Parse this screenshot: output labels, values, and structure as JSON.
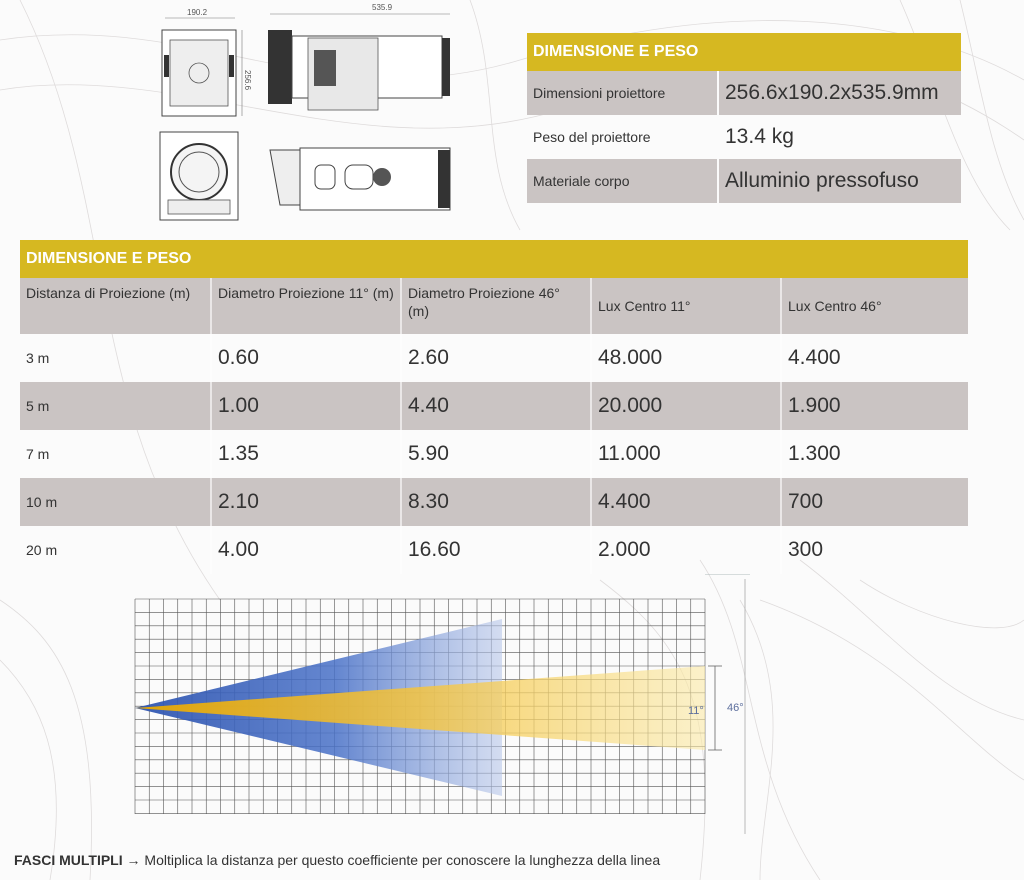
{
  "drawings": {
    "dim_width": "190.2",
    "dim_height": "256.6",
    "dim_length": "535.9"
  },
  "spec_table": {
    "title": "DIMENSIONE E PESO",
    "rows": [
      {
        "label": "Dimensioni proiettore",
        "value": "256.6x190.2x535.9mm"
      },
      {
        "label": "Peso del proiettore",
        "value": "13.4 kg"
      },
      {
        "label": "Materiale corpo",
        "value": "Alluminio pressofuso"
      }
    ]
  },
  "projection_table": {
    "title": "DIMENSIONE E PESO",
    "headers": [
      "Distanza di Proiezione (m)",
      "Diametro Proiezione 11° (m)",
      "Diametro Proiezione 46° (m)",
      "Lux Centro 11°",
      "Lux Centro 46°"
    ],
    "rows": [
      [
        "3 m",
        "0.60",
        "2.60",
        "48.000",
        "4.400"
      ],
      [
        "5 m",
        "1.00",
        "4.40",
        "20.000",
        "1.900"
      ],
      [
        "7 m",
        "1.35",
        "5.90",
        "11.000",
        "1.300"
      ],
      [
        "10 m",
        "2.10",
        "8.30",
        "4.400",
        "700"
      ],
      [
        "20 m",
        "4.00",
        "16.60",
        "2.000",
        "300"
      ]
    ]
  },
  "beam_diagram": {
    "narrow_angle_label": "11°",
    "wide_angle_label": "46°",
    "colors": {
      "wide": "#3a62b8",
      "narrow": "#f0b400"
    }
  },
  "footer": {
    "bold": "FASCI MULTIPLI",
    "text": "→ Moltiplica la distanza per questo coefficiente per conoscere la lunghezza della linea"
  },
  "colors": {
    "accent": "#d6b821",
    "row_shade": "#cac4c3"
  }
}
